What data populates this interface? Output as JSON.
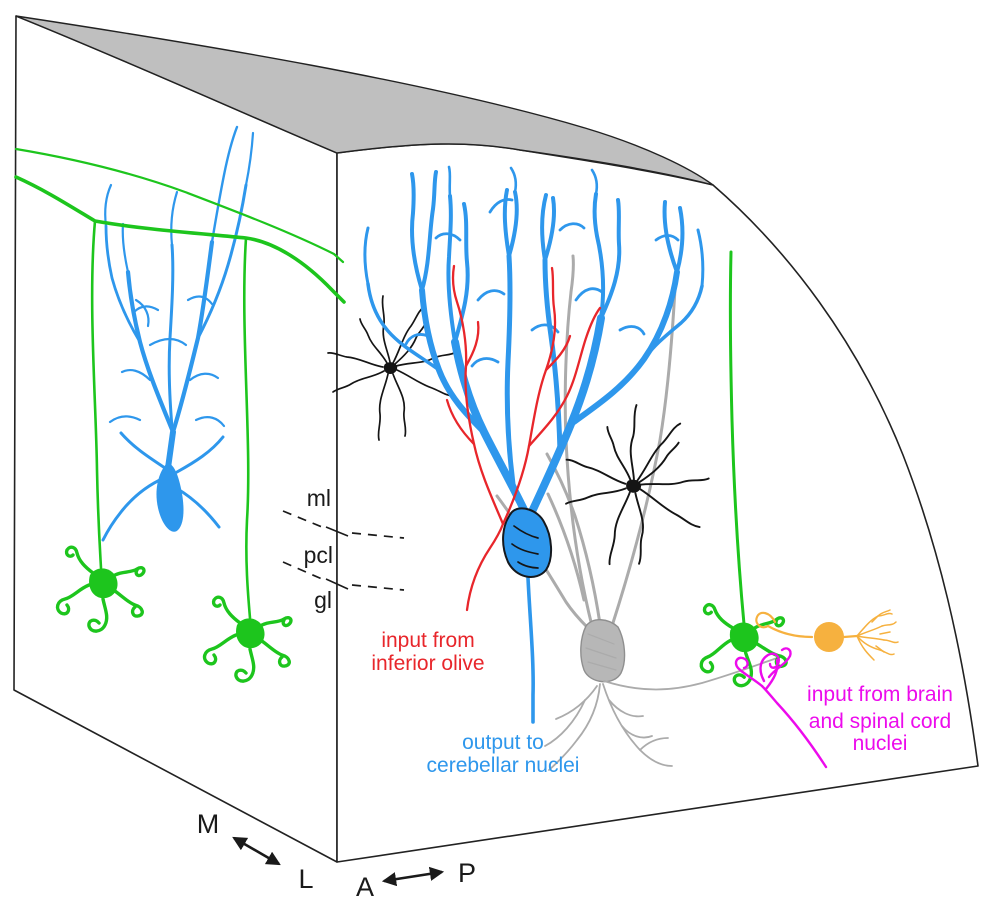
{
  "colors": {
    "purkinje": "#2E97EC",
    "granule": "#1DC51D",
    "climbing": "#E8262B",
    "mossy": "#EC0BEC",
    "ubc": "#F6B13F",
    "golgi": "#ABABAB",
    "golgi_soma": "#B7B7B7",
    "stellate": "#151515",
    "outline": "#222222",
    "top_face": "#BFBFBF",
    "label": "#1A1A1A"
  },
  "layers": {
    "ml": "ml",
    "pcl": "pcl",
    "gl": "gl"
  },
  "annotations": {
    "climbing_input": {
      "line1": "input from",
      "line2": "inferior olive"
    },
    "purkinje_output": {
      "line1": "output to",
      "line2": "cerebellar nuclei"
    },
    "mossy_input": {
      "line1": "input from brain",
      "line2": "and spinal cord",
      "line3": "nuclei"
    }
  },
  "axes": {
    "medial": "M",
    "lateral": "L",
    "anterior": "A",
    "posterior": "P"
  }
}
